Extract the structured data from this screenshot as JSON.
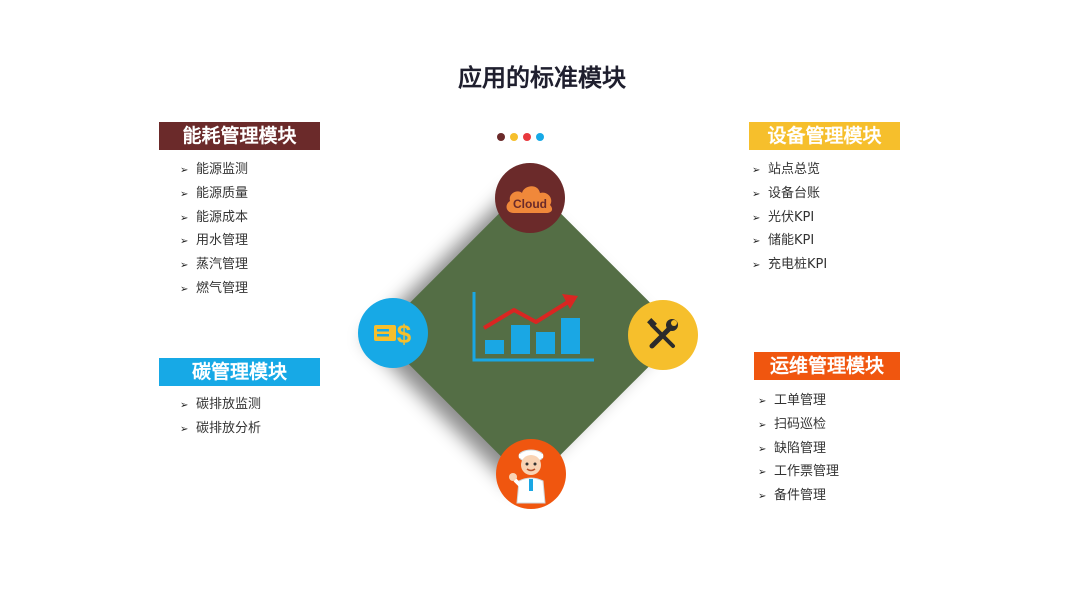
{
  "title": "应用的标准模块",
  "modules": {
    "energy": {
      "label": "能耗管理模块",
      "color": "#6b2a2a",
      "items": [
        "能源监测",
        "能源质量",
        "能源成本",
        "用水管理",
        "蒸汽管理",
        "燃气管理"
      ]
    },
    "carbon": {
      "label": "碳管理模块",
      "color": "#17a9e6",
      "items": [
        "碳排放监测",
        "碳排放分析"
      ]
    },
    "equipment": {
      "label": "设备管理模块",
      "color": "#f6bf2c",
      "items": [
        "站点总览",
        "设备台账",
        "光伏KPI",
        "储能KPI",
        "充电桩KPI"
      ]
    },
    "operations": {
      "label": "运维管理模块",
      "color": "#f0560f",
      "items": [
        "工单管理",
        "扫码巡检",
        "缺陷管理",
        "工作票管理",
        "备件管理"
      ]
    }
  },
  "bullet_glyph": "➢",
  "dot_colors": [
    "#6b2a2a",
    "#f6bf2c",
    "#e8383d",
    "#17a9e6"
  ],
  "center": {
    "diamond_color": "#546e45",
    "icons": {
      "top": {
        "name": "cloud-icon",
        "text": "Cloud",
        "color": "#6b2a2a"
      },
      "left": {
        "name": "money-card-icon",
        "color": "#17a9e6"
      },
      "right": {
        "name": "tools-icon",
        "color": "#f6bf2c"
      },
      "bottom": {
        "name": "engineer-avatar-icon",
        "color": "#f0560f"
      }
    }
  }
}
